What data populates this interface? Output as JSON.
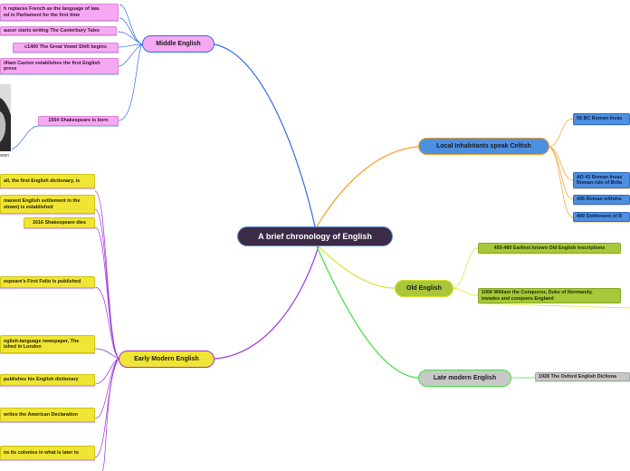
{
  "root": {
    "label": "A brief chronology of English"
  },
  "branches": {
    "middle_english": {
      "label": "Middle English",
      "color": "#2e6fe0",
      "items": [
        "h replaces French as the language of law.",
        "ed in Parliament for the first time",
        "aucer starts writing The Canterbury Tales",
        "c1400 The Great Vowel Shift begins",
        "illiam Caxton establishes the first English",
        "press",
        "1564 Shakespeare is born"
      ],
      "photo_caption": "aren"
    },
    "early_modern_english": {
      "label": "Early Modern English",
      "color": "#9b2fd9",
      "items": [
        "all, the first English dictionary, is",
        "manent English settlement in the",
        "stown) is established",
        "1616 Shakespeare dies",
        "espeare's First Folio is published",
        "nglish-language newspaper, The",
        "ished in London",
        "publishes his English dictionary",
        "writes the American Declaration",
        "ns its colonies in what is later to"
      ]
    },
    "local_inhabitants": {
      "label": "Local Inhabitants speak Celtish",
      "color": "#f2a02a",
      "items": [
        "55 BC Roman Invas",
        "AD 43 Roman Invas",
        "Roman rule of Brita",
        "436 Roman withdra",
        "449 Settlement of B"
      ]
    },
    "old_english": {
      "label": "Old English",
      "color": "#dede2a",
      "items": [
        "450-480 Earliest known Old English inscriptions",
        "1066 William the Conqueror, Duke of Normandy,",
        "invades and conquers England"
      ]
    },
    "late_modern_english": {
      "label": "Late modern English",
      "color": "#3fe03f",
      "items": [
        "1928 The Oxford English Dictiona"
      ]
    }
  }
}
